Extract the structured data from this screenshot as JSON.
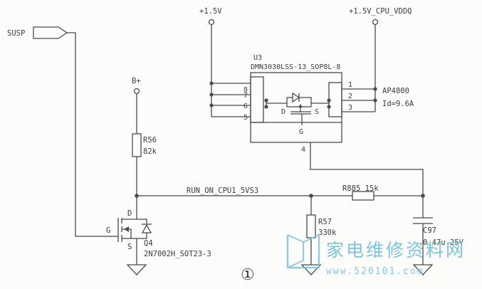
{
  "labels": {
    "susp": "SUSP",
    "v15": "+1.5V",
    "v15_cpu": "+1.5V_CPU_VDDQ",
    "u3_ref": "U3",
    "u3_part": "DMN3030LSS-13_SOP8L-8",
    "pin8": "8",
    "pin7": "7",
    "pin6": "6",
    "pin5": "5",
    "pin1": "1",
    "pin2": "2",
    "pin3": "3",
    "pin4": "4",
    "u3_d": "D",
    "u3_s": "S",
    "u3_g": "G",
    "ap4800": "AP4800",
    "id": "Id=9.6A",
    "bplus": "B+",
    "r56": "R56",
    "r56_val": "82k",
    "net_run": "RUN_ON_CPU1_5VS3",
    "r885": "R885 15k",
    "r57": "R57",
    "r57_val": "330k",
    "c97": "C97",
    "c97_val": "0.47u 25V",
    "q4_d": "D",
    "q4_g": "G",
    "q4_s": "S",
    "q4": "Q4",
    "q4_part": "2N7002H_SOT23-3",
    "circled": "①"
  },
  "watermark": {
    "text": "家电维修资料网",
    "url": "www.520101.com",
    "color": "#7fc3de"
  },
  "colors": {
    "wire": "#4a4a4a",
    "background": "#fcfcfa"
  }
}
